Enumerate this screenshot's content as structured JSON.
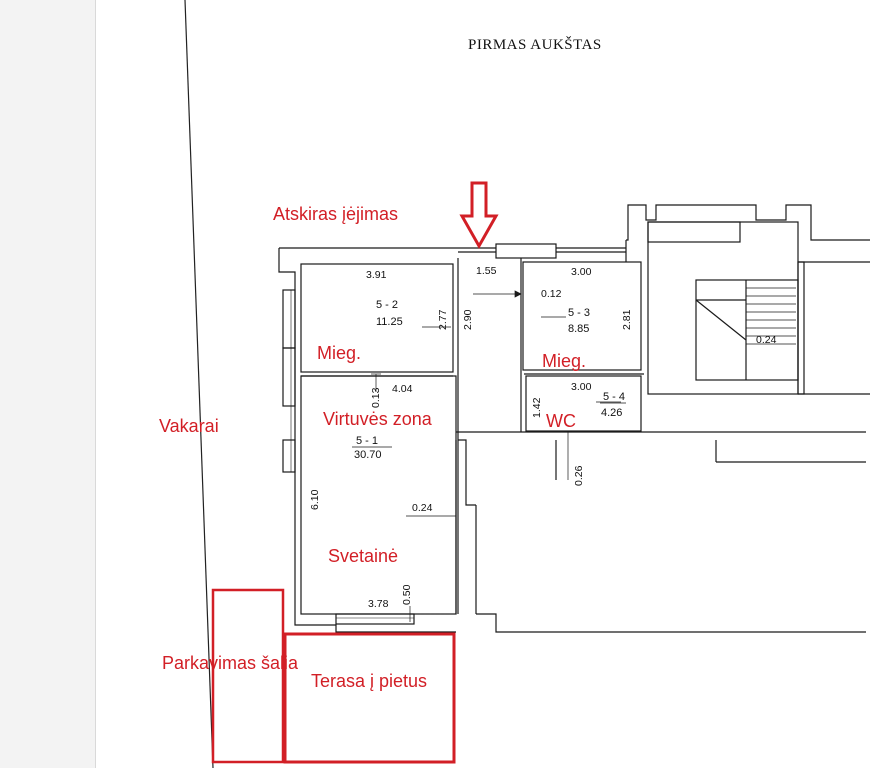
{
  "plan": {
    "title": "PIRMAS AUKŠTAS",
    "dims": {
      "w391": "3.91",
      "w155": "1.55",
      "w300a": "3.00",
      "w012": "0.12",
      "w277": "2.77",
      "w290": "2.90",
      "w281": "2.81",
      "w024a": "0.24",
      "w013": "0.13",
      "w404": "4.04",
      "w142": "1.42",
      "w300b": "3.00",
      "w026": "0.26",
      "w610": "6.10",
      "w024b": "0.24",
      "w378": "3.78",
      "w050": "0.50"
    },
    "rooms": {
      "r52": {
        "code": "5 - 2",
        "area": "11.25"
      },
      "r53": {
        "code": "5 - 3",
        "area": "8.85"
      },
      "r54": {
        "code": "5 - 4",
        "area": "4.26"
      },
      "r51": {
        "code": "5 - 1",
        "area": "30.70"
      }
    }
  },
  "annotations": {
    "color": "#d21f26",
    "entrance": "Atskiras įėjimas",
    "west": "Vakarai",
    "bedroom1": "Mieg.",
    "bedroom2": "Mieg.",
    "kitchen": "Virtuvės zona",
    "wc": "WC",
    "living": "Svetainė",
    "parking": "Parkavimas šalia",
    "terrace": "Terasa į pietus"
  }
}
